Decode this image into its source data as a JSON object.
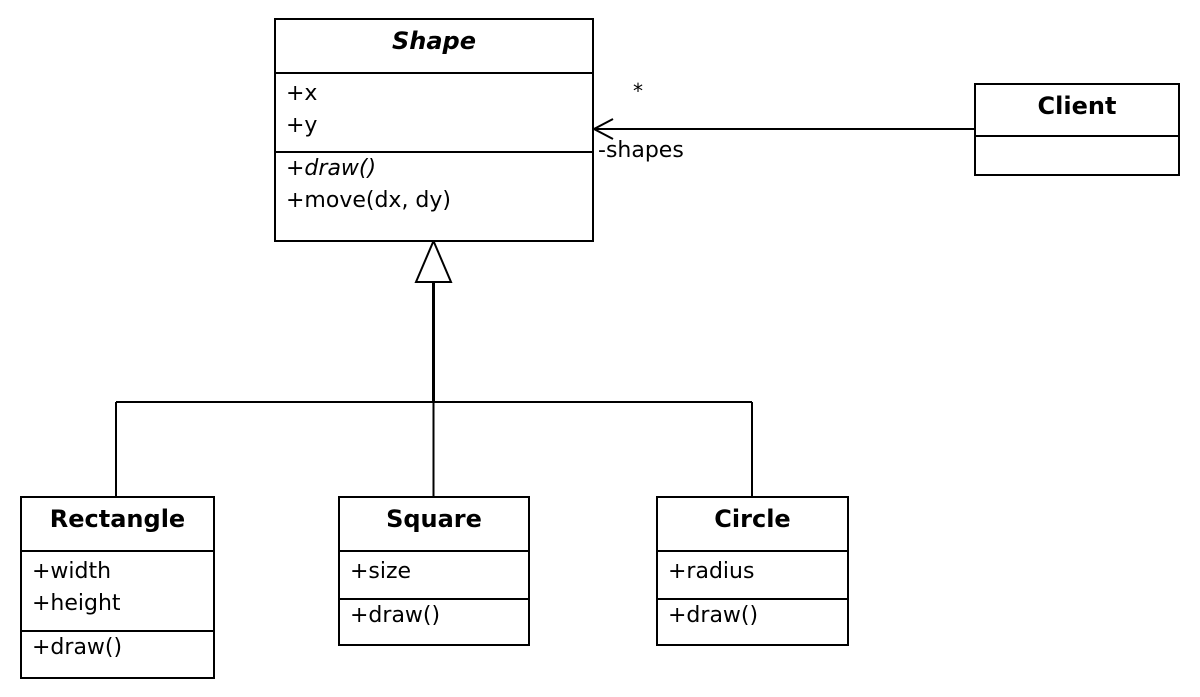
{
  "classes": {
    "shape": {
      "name": "Shape",
      "attributes": [
        "+x",
        "+y"
      ],
      "operations": [
        "+draw()",
        "+move(dx, dy)"
      ]
    },
    "client": {
      "name": "Client"
    },
    "rectangle": {
      "name": "Rectangle",
      "attributes": [
        "+width",
        "+height"
      ],
      "operations": [
        "+draw()"
      ]
    },
    "square": {
      "name": "Square",
      "attributes": [
        "+size"
      ],
      "operations": [
        "+draw()"
      ]
    },
    "circle": {
      "name": "Circle",
      "attributes": [
        "+radius"
      ],
      "operations": [
        "+draw()"
      ]
    }
  },
  "association": {
    "multiplicity": "*",
    "role": "-shapes"
  }
}
